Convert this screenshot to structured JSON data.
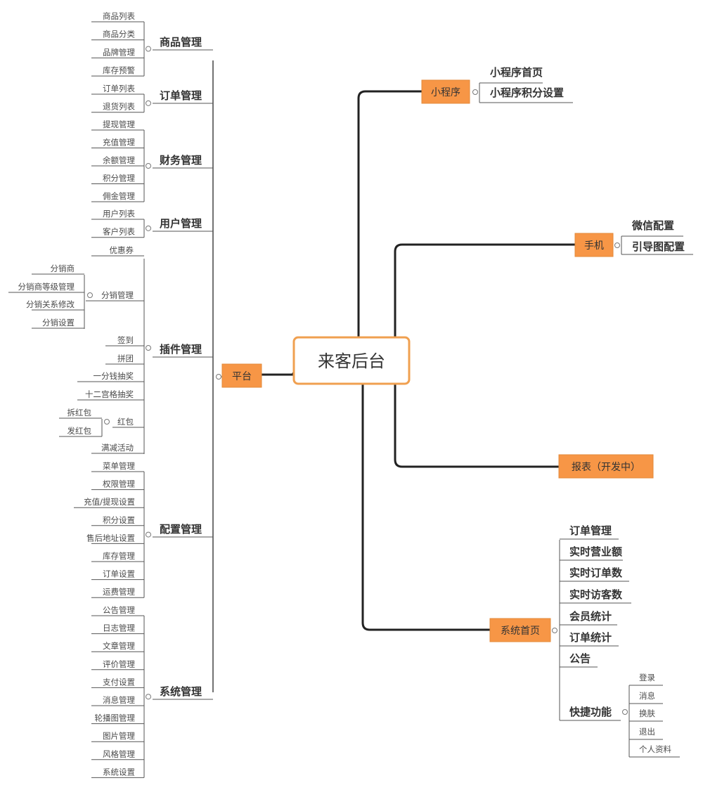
{
  "root": {
    "label": "来客后台"
  },
  "platform": {
    "label": "平台",
    "sections": {
      "goods": {
        "label": "商品管理",
        "items": [
          "商品列表",
          "商品分类",
          "品牌管理",
          "库存预警"
        ]
      },
      "orders": {
        "label": "订单管理",
        "items": [
          "订单列表",
          "退货列表"
        ]
      },
      "finance": {
        "label": "财务管理",
        "items": [
          "提现管理",
          "充值管理",
          "余额管理",
          "积分管理",
          "佣金管理"
        ]
      },
      "users": {
        "label": "用户管理",
        "items": [
          "用户列表",
          "客户列表"
        ]
      },
      "plugins": {
        "label": "插件管理",
        "coupon": "优惠券",
        "distribution": {
          "label": "分销管理",
          "items": [
            "分销商",
            "分销商等级管理",
            "分销关系修改",
            "分销设置"
          ]
        },
        "checkin": "签到",
        "group": "拼团",
        "lottery1": "一分钱抽奖",
        "lottery12": "十二宫格抽奖",
        "redpacket": {
          "label": "红包",
          "items": [
            "拆红包",
            "发红包"
          ]
        },
        "discount": "满减活动"
      },
      "config": {
        "label": "配置管理",
        "items": [
          "菜单管理",
          "权限管理",
          "充值/提现设置",
          "积分设置",
          "售后地址设置",
          "库存管理",
          "订单设置",
          "运费管理"
        ]
      },
      "system": {
        "label": "系统管理",
        "items": [
          "公告管理",
          "日志管理",
          "文章管理",
          "评价管理",
          "支付设置",
          "消息管理",
          "轮播图管理",
          "图片管理",
          "风格管理",
          "系统设置"
        ]
      }
    }
  },
  "miniprogram": {
    "label": "小程序",
    "items": [
      "小程序首页",
      "小程序积分设置"
    ]
  },
  "mobile": {
    "label": "手机",
    "items": [
      "微信配置",
      "引导图配置"
    ]
  },
  "reports": {
    "label": "报表（开发中）"
  },
  "sysHome": {
    "label": "系统首页",
    "items": [
      "订单管理",
      "实时营业额",
      "实时订单数",
      "实时访客数",
      "会员统计",
      "订单统计",
      "公告"
    ],
    "quick": {
      "label": "快捷功能",
      "items": [
        "登录",
        "消息",
        "换肤",
        "退出",
        "个人资料"
      ]
    }
  },
  "colors": {
    "accent": "#f79646",
    "accentBorder": "#e38a3a",
    "rootBorder": "#f0a050"
  }
}
